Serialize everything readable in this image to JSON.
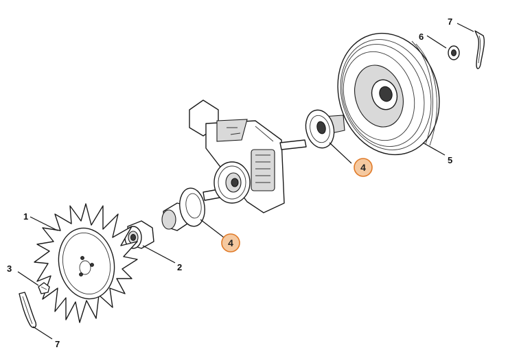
{
  "labels": {
    "blade": "1",
    "hub_left": "2",
    "screw": "3",
    "bushing_left": "4",
    "bushing_right": "4",
    "wheel": "5",
    "washer": "6",
    "clip_right": "7",
    "clip_left": "7"
  },
  "colors": {
    "highlight_fill": "#f5c9a0",
    "highlight_stroke": "#e07a28",
    "line": "#111111"
  }
}
